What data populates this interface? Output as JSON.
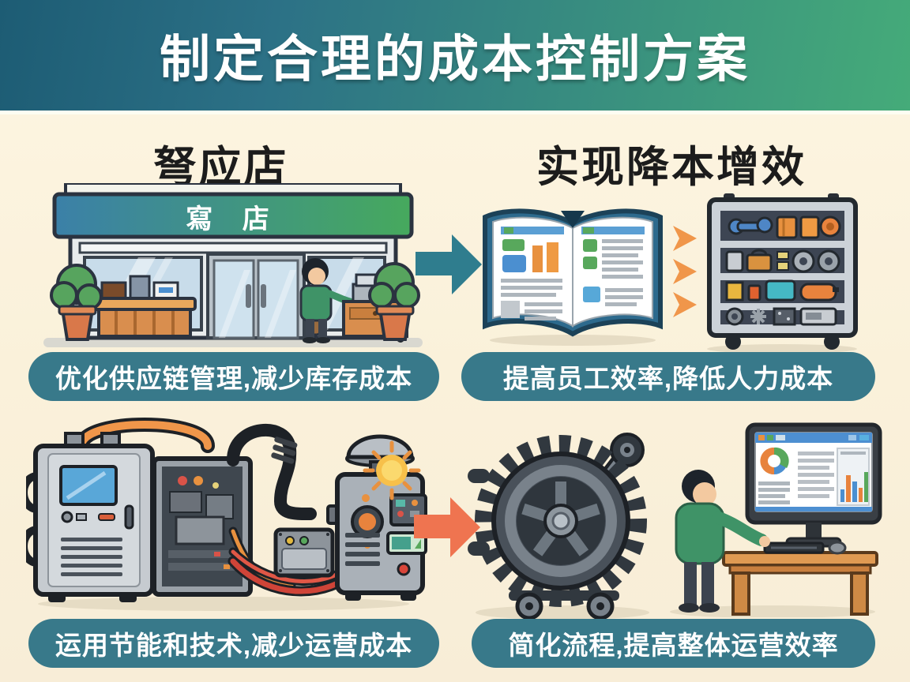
{
  "banner": {
    "title": "制定合理的成本控制方案"
  },
  "sections": {
    "top": {
      "left_heading": "弩应店",
      "right_heading": "实现降本增效",
      "left_caption": "优化供应链管理,减少库存成本",
      "right_caption": "提高员工效率,降低人力成本"
    },
    "bottom": {
      "left_caption": "运用节能和技术,减少运营成本",
      "right_caption": "简化流程,提高整体运营效率"
    }
  },
  "storefront": {
    "sign_text": "寫 店"
  },
  "icons": {
    "flow-arrow-top": "▶",
    "flow-arrow-bottom": "▶",
    "chevron-right": "❯",
    "sun": "☀"
  },
  "colors": {
    "background": "#faf1dc",
    "banner_gradient_left": "#1d5c74",
    "banner_gradient_right": "#45ab79",
    "caption_pill": "#38798a",
    "heading_text": "#1c1c1c",
    "teal_arrow": "#2f7d8e",
    "orange_arrow": "#ef7450",
    "orange_chevron": "#f0964a",
    "sign_gradient_left": "#3b80a8",
    "sign_gradient_right": "#46a95d"
  }
}
